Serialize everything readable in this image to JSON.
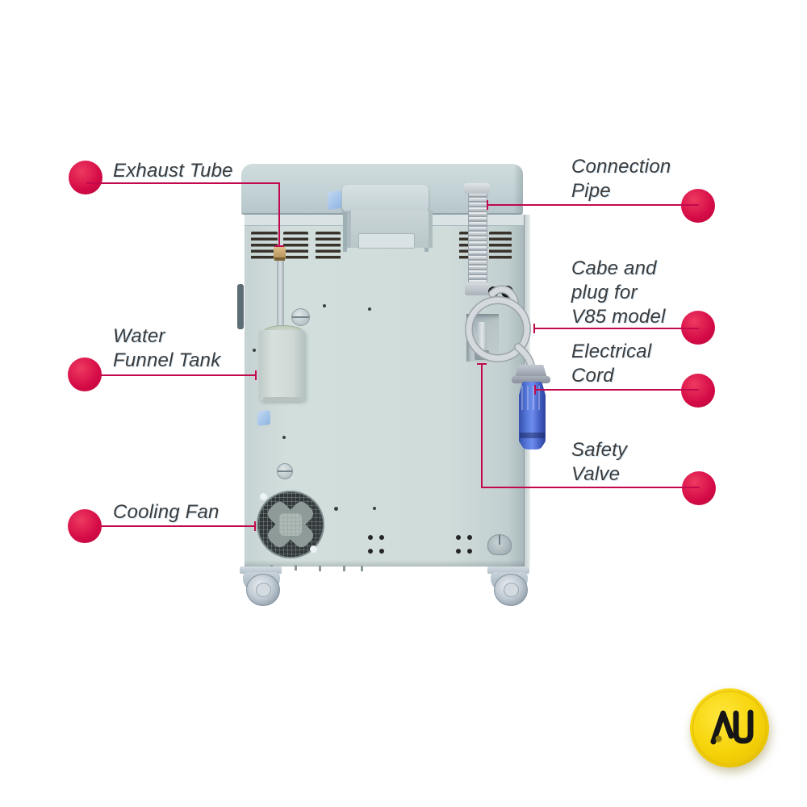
{
  "page": {
    "background_color": "#ffffff",
    "description": "Rear view diagram of a sterilizer unit with labeled parts"
  },
  "colors": {
    "leader_line": "#c2094e",
    "bullet_dot": "#d40a46",
    "label_text": "#3b3b3b",
    "machine_panel": "#cfdbd9",
    "machine_lid": "#c5d3d6",
    "plug_blue": "#4f6fd8",
    "logo_yellow": "#f4d20b"
  },
  "callouts": [
    {
      "part": "exhaust-tube",
      "side": "left",
      "lines": [
        "Exhaust Tube"
      ]
    },
    {
      "part": "connection-pipe",
      "side": "right",
      "lines": [
        "Connection",
        "Pipe"
      ]
    },
    {
      "part": "cable-plug-v85",
      "side": "right",
      "lines": [
        "Cabe and",
        "plug for",
        "V85 model"
      ]
    },
    {
      "part": "electrical-cord",
      "side": "right",
      "lines": [
        "Electrical",
        "Cord"
      ]
    },
    {
      "part": "safety-valve",
      "side": "right",
      "lines": [
        "Safety",
        "Valve"
      ]
    },
    {
      "part": "water-funnel-tank",
      "side": "left",
      "lines": [
        "Water",
        "Funnel Tank"
      ]
    },
    {
      "part": "cooling-fan",
      "side": "left",
      "lines": [
        "Cooling Fan"
      ]
    }
  ],
  "machine": {
    "parts": [
      "lid",
      "hinge",
      "vents",
      "exhaust-tube",
      "connection-pipe",
      "coiled-cable",
      "power-plug",
      "safety-valve-recess",
      "water-funnel-tank",
      "cooling-fan",
      "casters",
      "screws"
    ]
  },
  "logo": {
    "text": "AU"
  }
}
